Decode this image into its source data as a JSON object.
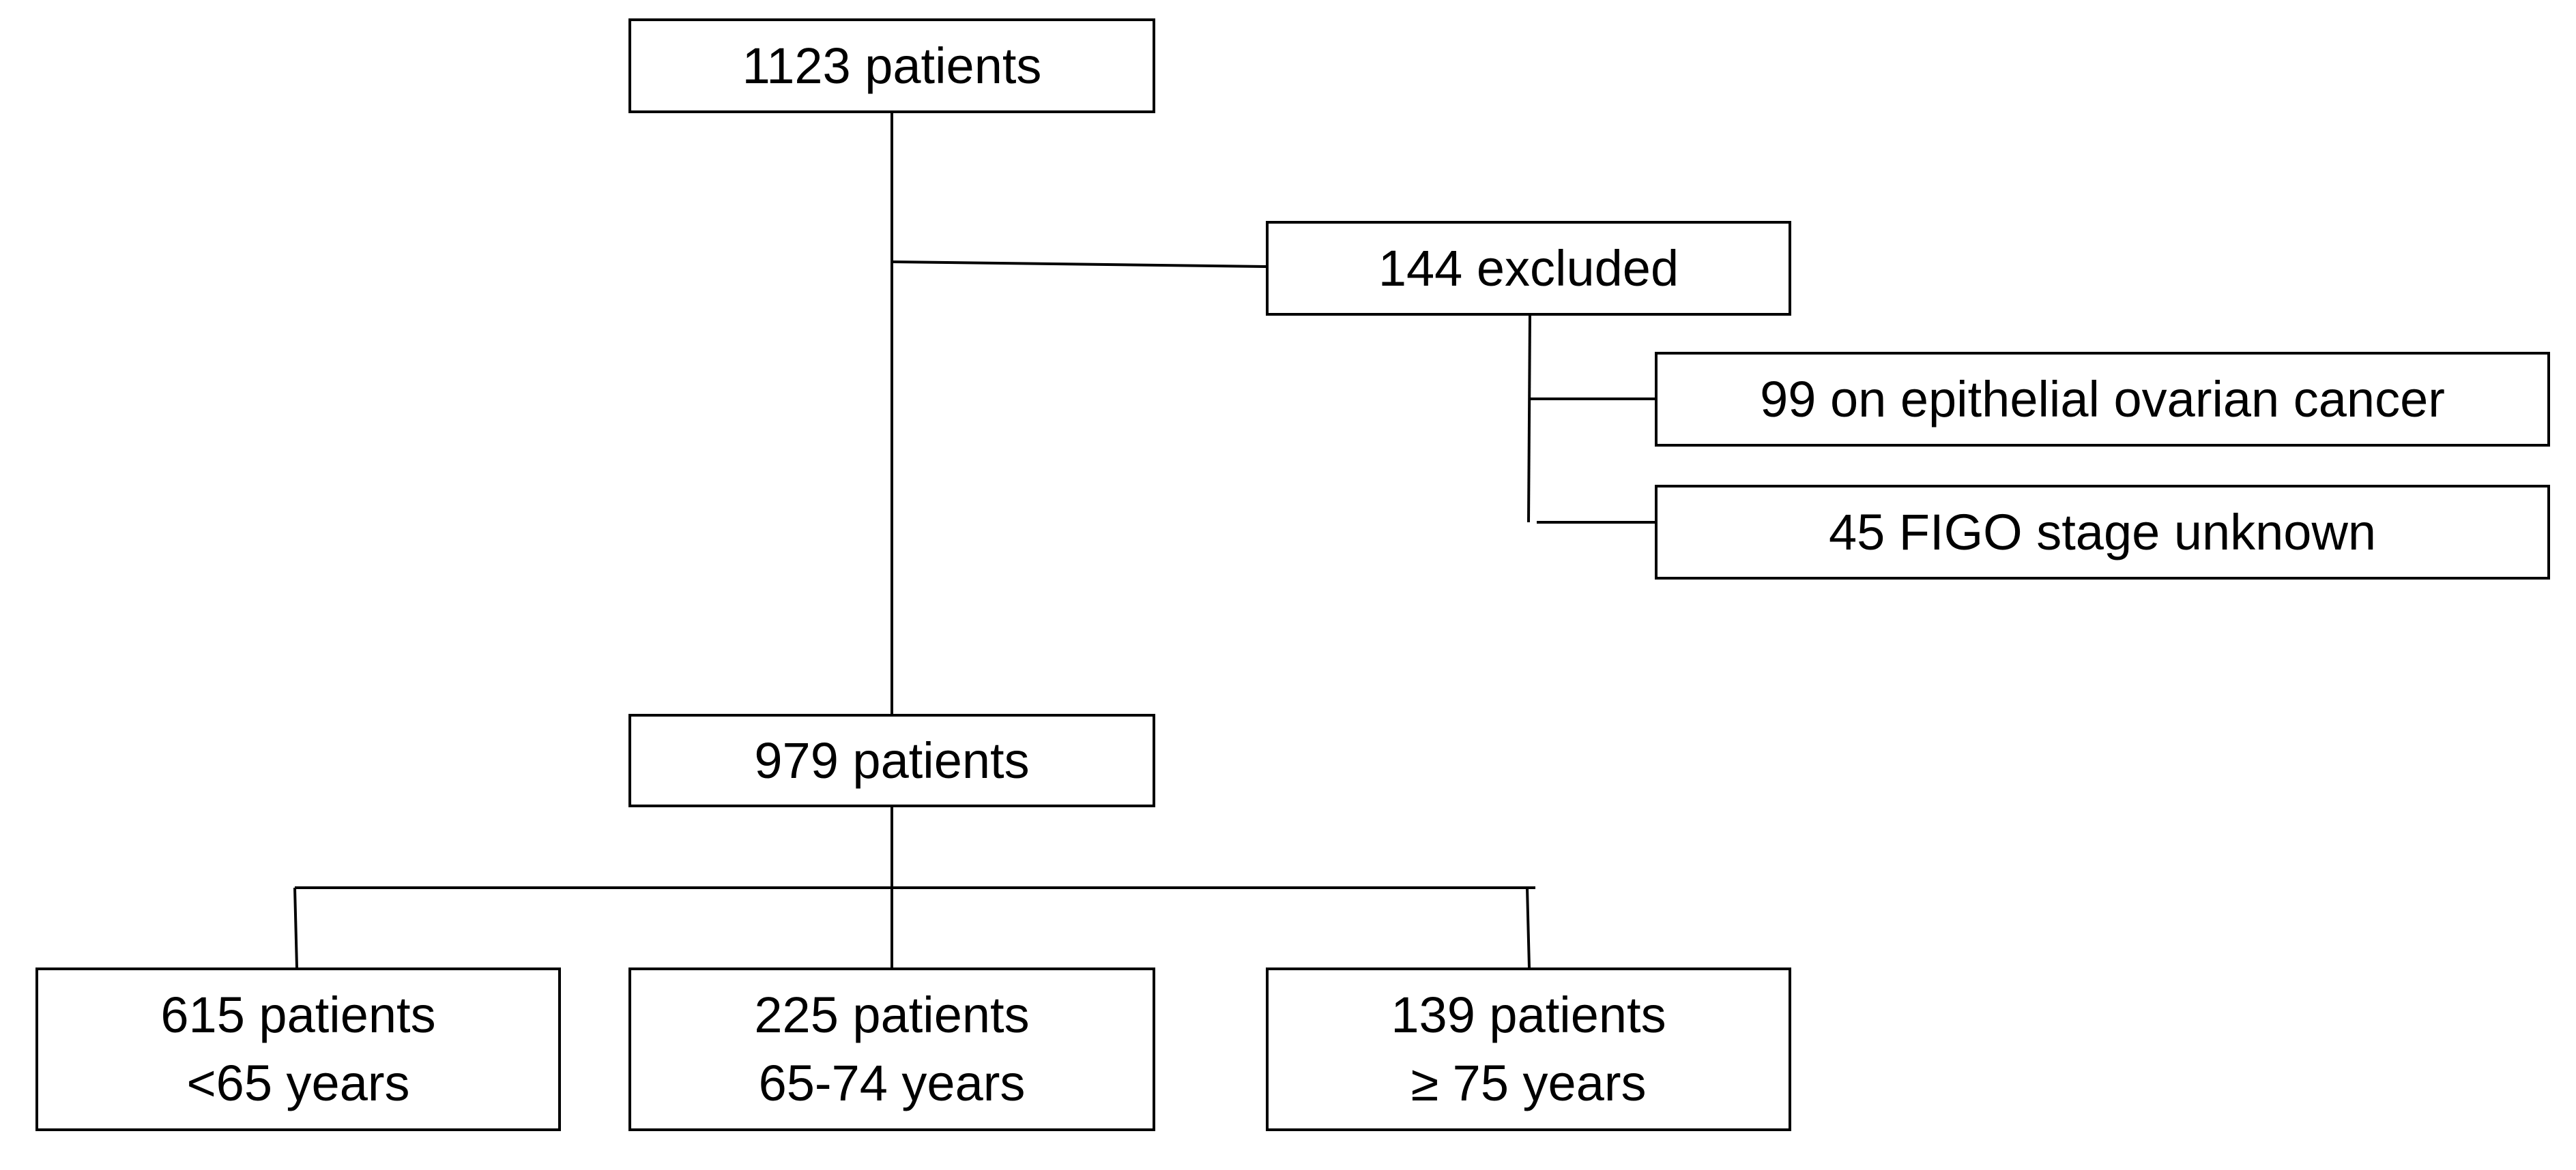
{
  "boxes": {
    "total": {
      "line1": "1123 patients"
    },
    "excluded": {
      "line1": "144 excluded"
    },
    "reason_1": {
      "line1": "99 on epithelial ovarian cancer"
    },
    "reason_2": {
      "line1": "45 FIGO stage unknown"
    },
    "included": {
      "line1": "979 patients"
    },
    "group_1": {
      "line1": "615 patients",
      "line2": "<65 years"
    },
    "group_2": {
      "line1": "225 patients",
      "line2": "65-74 years"
    },
    "group_3": {
      "line1": "139 patients",
      "line2": "≥ 75 years"
    }
  },
  "colors": {
    "line": "#000000",
    "box_border": "#000000",
    "background": "#ffffff"
  }
}
